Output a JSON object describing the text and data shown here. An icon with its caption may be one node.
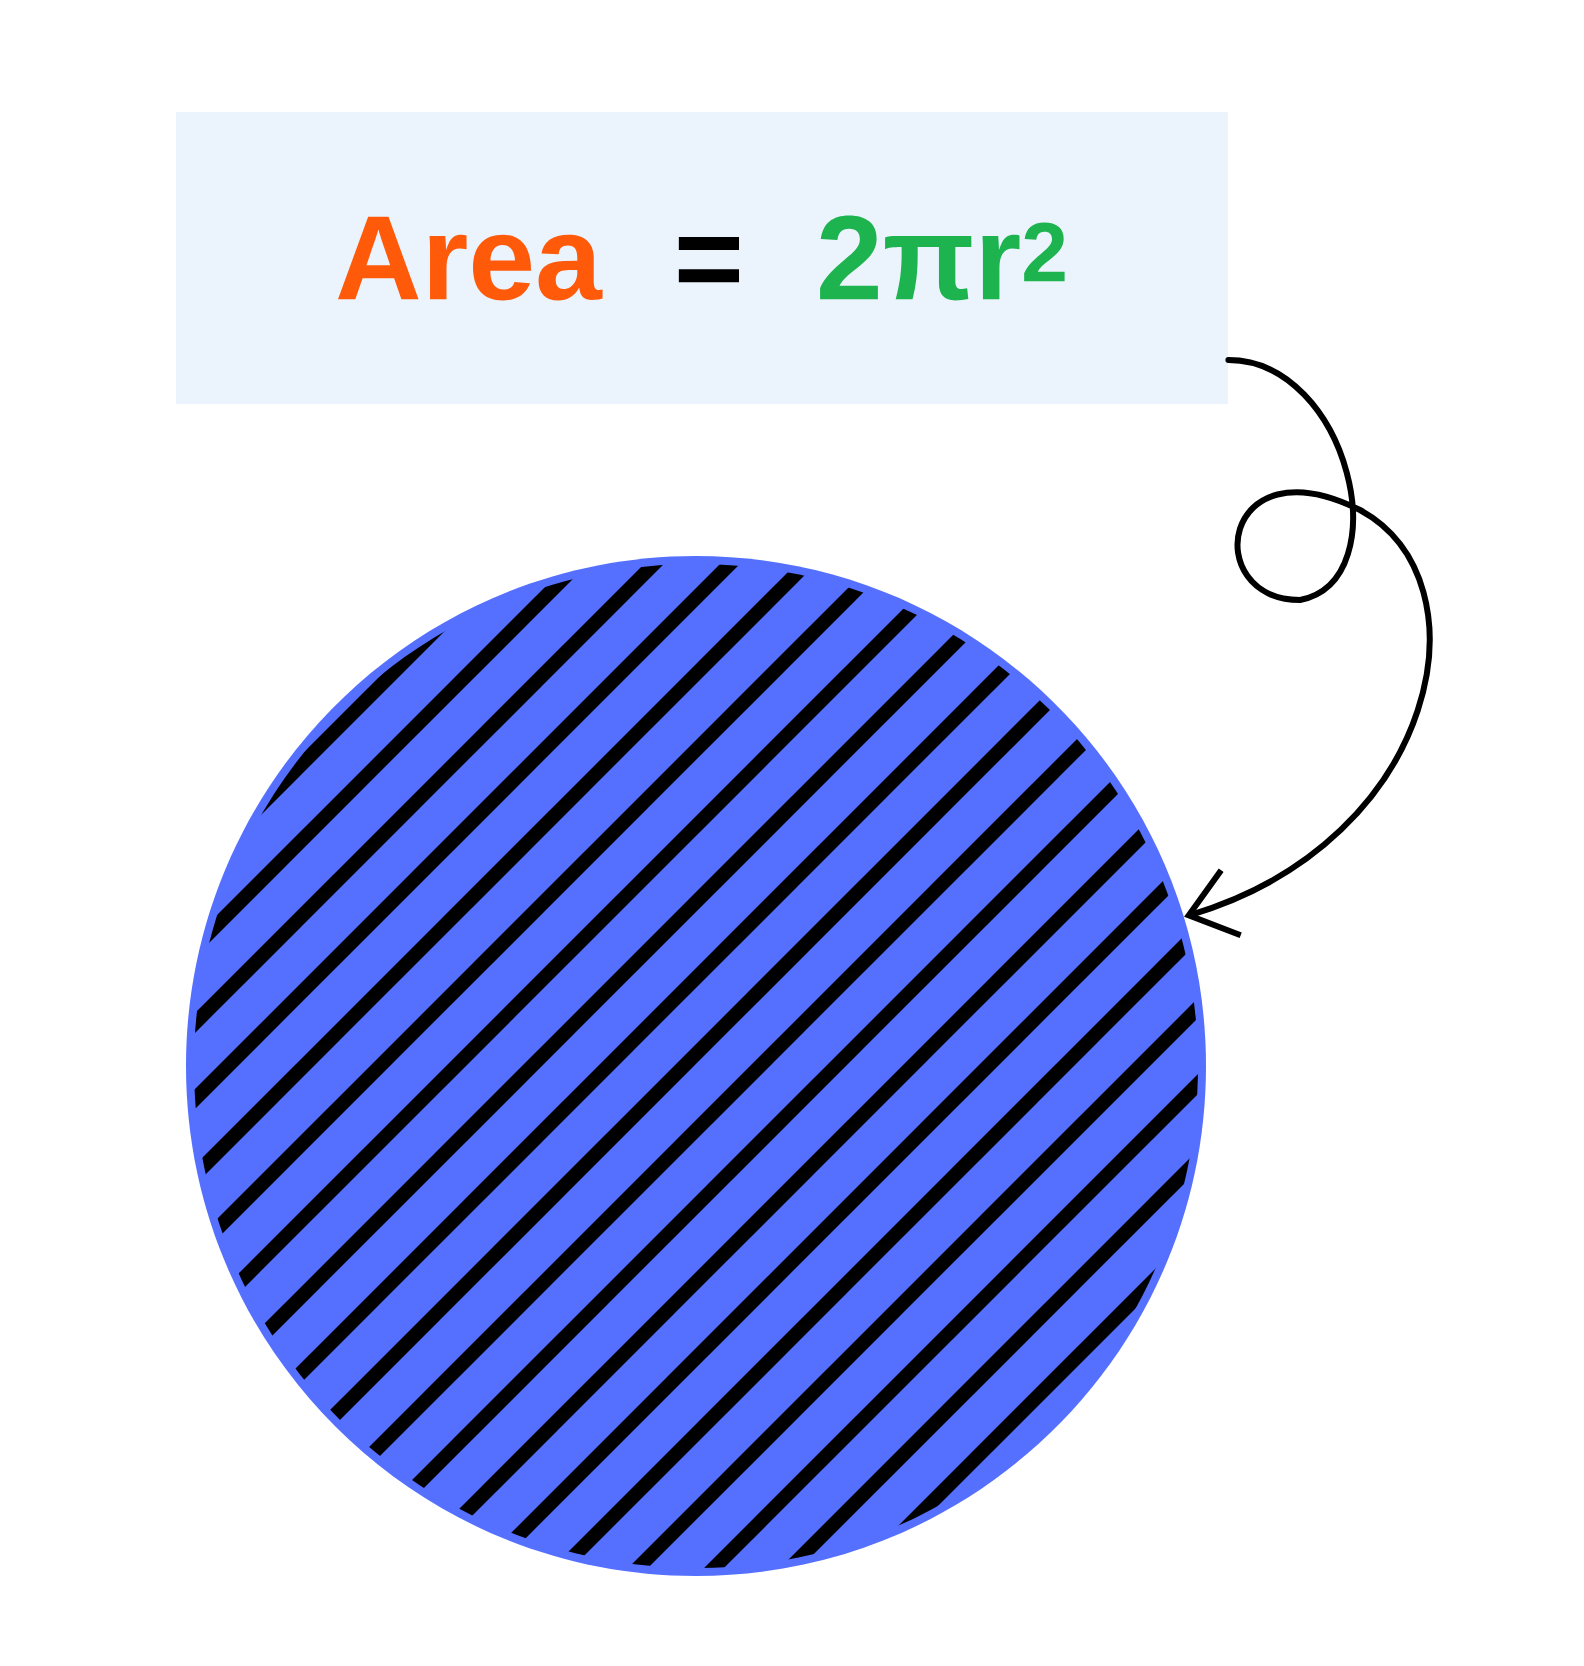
{
  "diagram": {
    "nodes": [
      {
        "text": [
          "Area",
          "=",
          "2πr$^{2}$"
        ]
      },
      {
        "text": [],
        "shape": "circle"
      }
    ],
    "edges": [
      {
        "from": 0,
        "to": 1,
        "arrow": "to"
      }
    ]
  }
}
